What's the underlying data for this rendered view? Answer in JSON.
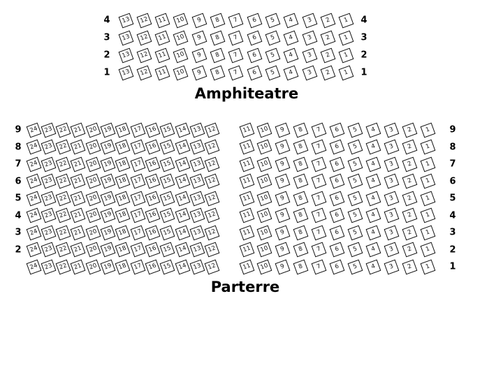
{
  "amphitheatre": {
    "title": "Amphiteatre",
    "row_labels": [
      "4",
      "3",
      "2",
      "1"
    ],
    "seat_numbers": [
      "13",
      "12",
      "11",
      "10",
      "9",
      "8",
      "7",
      "6",
      "5",
      "4",
      "3",
      "2",
      "1"
    ]
  },
  "parterre": {
    "title": "Parterre",
    "left_row_labels": [
      "9",
      "8",
      "7",
      "6",
      "5",
      "4",
      "3",
      "2"
    ],
    "right_row_labels": [
      "9",
      "8",
      "7",
      "6",
      "5",
      "4",
      "3",
      "2",
      "1"
    ],
    "left_block_seat_numbers": [
      "24",
      "23",
      "22",
      "21",
      "20",
      "19",
      "18",
      "17",
      "16",
      "15",
      "14",
      "13",
      "12"
    ],
    "right_block_seat_numbers": [
      "11",
      "10",
      "9",
      "8",
      "7",
      "6",
      "5",
      "4",
      "3",
      "2",
      "1"
    ]
  },
  "colors": {
    "background": "#ffffff",
    "seat_fill": "#ffffff",
    "seat_border": "#111111",
    "text": "#000000"
  }
}
